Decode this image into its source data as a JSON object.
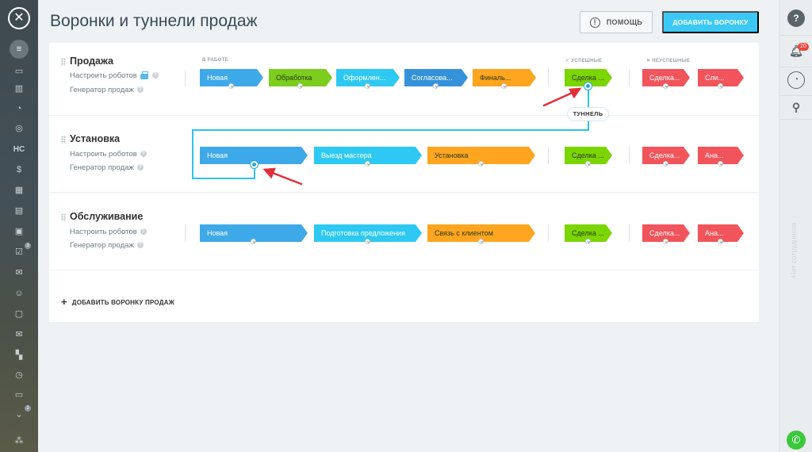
{
  "header": {
    "title": "Воронки и туннели продаж",
    "help_label": "ПОМОЩЬ",
    "add_funnel_label": "ДОБАВИТЬ ВОРОНКУ"
  },
  "groups": {
    "in_work": "В РАБОТЕ",
    "success": "УСПЕШНЫЕ",
    "fail": "НЕУСПЕШНЫЕ"
  },
  "funnels": [
    {
      "name": "Продажа",
      "robots_label": "Настроить роботов",
      "generator_label": "Генератор продаж",
      "stages": [
        "Новая",
        "Обработка",
        "Оформлен...",
        "Согласова...",
        "Финаль..."
      ],
      "success": "Сделка ...",
      "fails": [
        "Сделка...",
        "Сли..."
      ]
    },
    {
      "name": "Установка",
      "robots_label": "Настроить роботов",
      "generator_label": "Генератор продаж",
      "stages": [
        "Новая",
        "Выезд мастера",
        "Установка"
      ],
      "success": "Сделка ...",
      "fails": [
        "Сделка...",
        "Ана..."
      ]
    },
    {
      "name": "Обслуживание",
      "robots_label": "Настроить роботов",
      "generator_label": "Генератор продаж",
      "stages": [
        "Новая",
        "Подготовка предложения",
        "Связь с клиентом"
      ],
      "success": "Сделка ...",
      "fails": [
        "Сделка...",
        "Ана..."
      ]
    }
  ],
  "tunnel_label": "ТУННЕЛЬ",
  "add_sales_funnel_label": "ДОБАВИТЬ ВОРОНКУ ПРОДАЖ",
  "left_sidebar": {
    "close_icon": "close-icon",
    "hc_label": "НС",
    "badges": [
      "3",
      "2"
    ]
  },
  "right_sidebar": {
    "notification_count": "20",
    "vertical_label": "Нет сотрудников"
  },
  "colors": {
    "blue": "#3ea9e8",
    "green": "#7ccd1d",
    "cyan": "#2ec9f2",
    "steel_blue": "#3592d9",
    "orange": "#ffa51f",
    "success_green": "#7bd500",
    "fail_red": "#f2545b",
    "tunnel": "#2fc1e9",
    "accent_button": "#3bc8f5"
  }
}
